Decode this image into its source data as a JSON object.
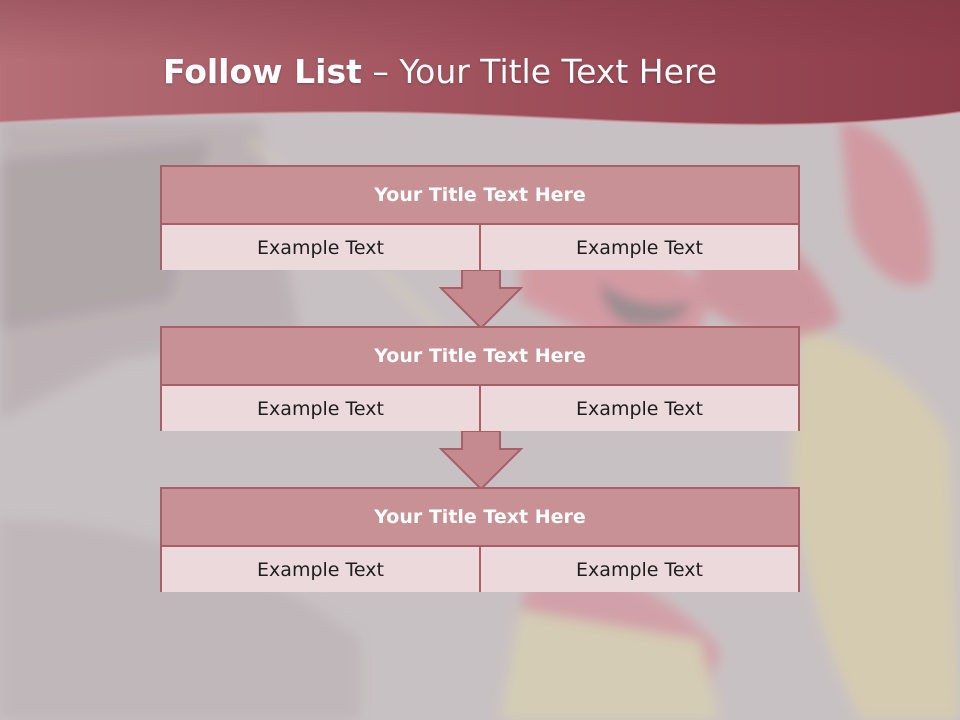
{
  "slide": {
    "title_bold": "Follow List",
    "title_rest": " – Your Title Text Here"
  },
  "blocks": [
    {
      "title": "Your Title Text Here",
      "left": "Example Text",
      "right": "Example Text"
    },
    {
      "title": "Your Title Text Here",
      "left": "Example Text",
      "right": "Example Text"
    },
    {
      "title": "Your Title Text Here",
      "left": "Example Text",
      "right": "Example Text"
    }
  ],
  "colors": {
    "header": "#a85a63",
    "block_title_fill": "#c79196",
    "block_border": "#a85f67",
    "cell_fill": "#ebd9db"
  }
}
